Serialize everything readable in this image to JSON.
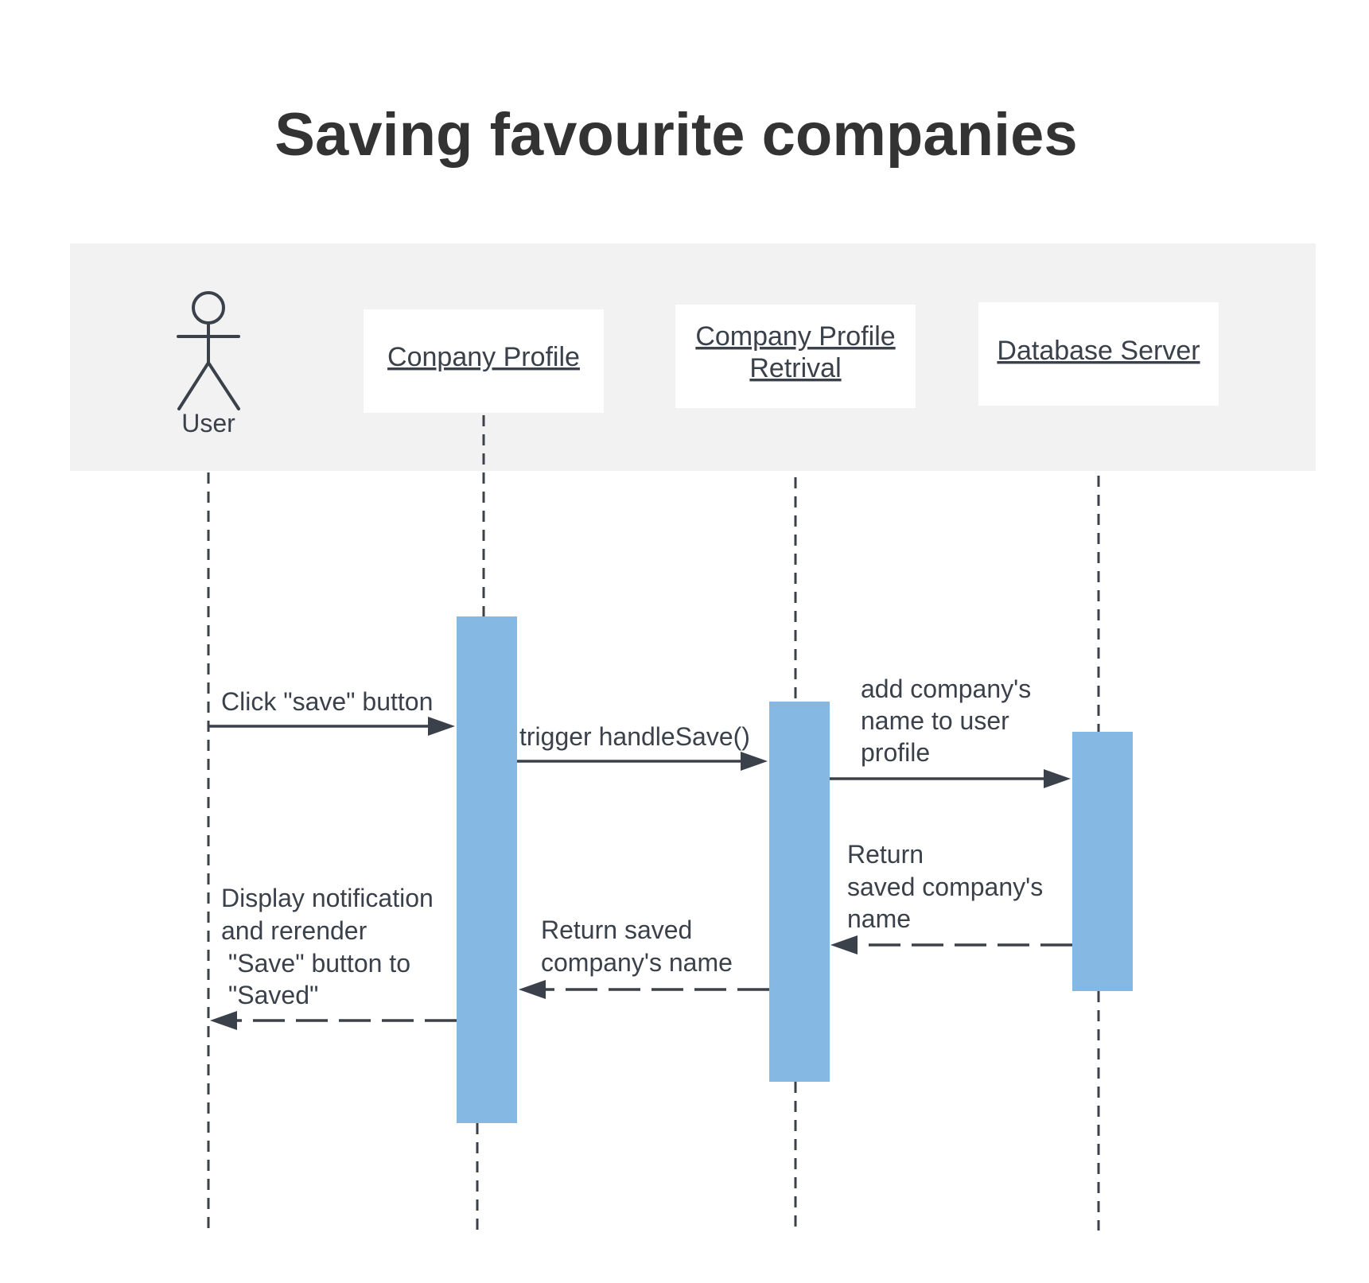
{
  "title": "Saving favourite companies",
  "colors": {
    "text": "#3a414a",
    "title": "#333333",
    "header_band": "#f2f2f2",
    "participant_box": "#ffffff",
    "activation": "#85b9e3",
    "line": "#3a414a"
  },
  "participants": {
    "user": {
      "label": "User",
      "icon": "stick-figure-actor-icon"
    },
    "company_profile": {
      "label": "Conpany Profile"
    },
    "company_profile_retrival": {
      "label_line1": "Company Profile",
      "label_line2": "Retrival"
    },
    "database_server": {
      "label": "Database Server"
    }
  },
  "messages": {
    "click_save": {
      "text": "Click \"save\" button",
      "type": "synchronous"
    },
    "trigger_handle_save": {
      "text": "trigger handleSave()",
      "type": "synchronous"
    },
    "add_company": {
      "lines": [
        "add company's",
        "name to user",
        "profile"
      ],
      "type": "synchronous"
    },
    "return_from_db": {
      "lines": [
        "Return",
        "saved company's",
        "name"
      ],
      "type": "return"
    },
    "return_to_profile": {
      "lines": [
        "Return saved",
        "company's name"
      ],
      "type": "return"
    },
    "display_notification": {
      "lines": [
        "Display notification",
        "and rerender",
        " \"Save\" button to",
        " \"Saved\""
      ],
      "type": "return"
    }
  }
}
